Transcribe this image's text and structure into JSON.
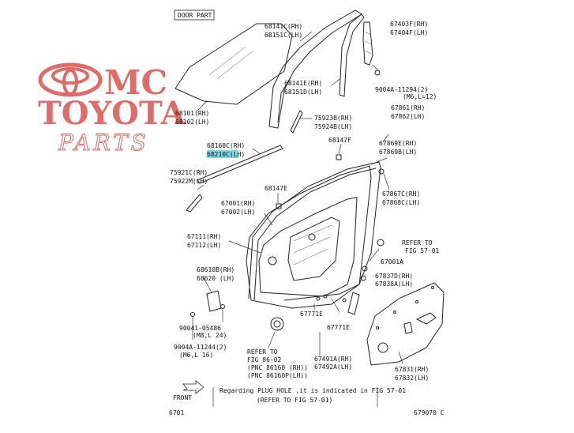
{
  "header": {
    "section_box": "DOOR PART"
  },
  "brand": {
    "logo_word_1": "MC",
    "logo_word_2": "TOYOTA",
    "logo_word_3": "PARTS",
    "color": "#d9534f"
  },
  "labels": {
    "l68141c": "68141C(RH)",
    "l68151c": "68151C(LH)",
    "l67403f": "67403F(RH)",
    "l67404f": "67404F(LH)",
    "l9004a_11294": "9004A-11294(2)",
    "l9004a_11294_sub": "(M6,L=12)",
    "l68141e": "68141E(RH)",
    "l68151d": "68151D(LH)",
    "l68101": "68101(RH)",
    "l68102": "68102(LH)",
    "l67861": "67861(RH)",
    "l67862": "67862(LH)",
    "l75923b": "75923B(RH)",
    "l75924b": "75924B(LH)",
    "l68160c": "68160C(RH)",
    "l68210c": "68210C(LH)",
    "l68147f": "68147F",
    "l67869e": "67869E(RH)",
    "l67869b": "67869B(LH)",
    "l75921c": "75921C(RH)",
    "l75922m": "75922M(LH)",
    "l68147e": "68147E",
    "l67867c": "67867C(RH)",
    "l67868c": "67868C(LH)",
    "l67001": "67001(RH)",
    "l67002": "67002(LH)",
    "l67111": "67111(RH)",
    "l67112": "67112(LH)",
    "refer_57_01_a": "REFER TO",
    "refer_57_01_b": "FIG 57-01",
    "l67001a": "67001A",
    "l68610b": "68610B(RH)",
    "l68620": "68620 (LH)",
    "l67837d": "67837D(RH)",
    "l67838a": "67838A(LH)",
    "l67771e_a": "67771E",
    "l67771e_b": "67771E",
    "l90041_05486": "90041-05486",
    "l90041_05486_sub": "(M8,L 24)",
    "l9004a_11244": "9004A-11244(2)",
    "l9004a_11244_sub": "(M6,L 16)",
    "refer_86_02_a": "REFER TO",
    "refer_86_02_b": "FIG 86-02",
    "refer_86_02_c": "(PNC 86160  (RH))",
    "refer_86_02_d": "(PNC 86160P(LH))",
    "l67491a": "67491A(RH)",
    "l67492a": "67492A(LH)",
    "l67831": "67831(RH)",
    "l67832": "67832(LH)",
    "front": "FRONT",
    "note_line_1": "Regarding PLUG HOLE ,it is indicated in FIG 57-01",
    "note_line_2": "(REFER TO FIG  57-01)",
    "fig_number": "6701",
    "drawing_code": "679070 C"
  },
  "highlight_color": "#7ed6e6"
}
